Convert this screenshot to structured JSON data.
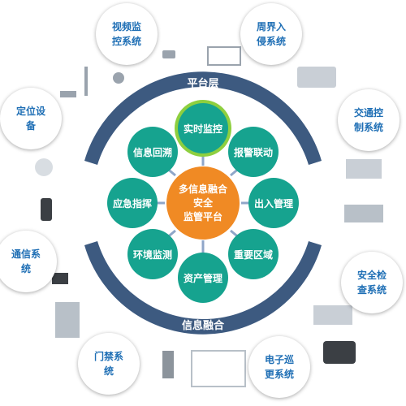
{
  "ring": {
    "top_label": "平台层",
    "bottom_label": "信息融合"
  },
  "center": {
    "line1": "多信息融合",
    "line2": "安全",
    "line3": "监管平台"
  },
  "nodes": [
    "实时监控",
    "报警联动",
    "出入管理",
    "重要区域",
    "资产管理",
    "环境监测",
    "应急指挥",
    "信息回溯"
  ],
  "subsystems": [
    "视频监控系统",
    "周界入侵系统",
    "交通控制系统",
    "安全检查系统",
    "电子巡更系统",
    "门禁系统",
    "通信系统",
    "定位设备"
  ],
  "colors": {
    "ring": "#3d5a80",
    "node": "#16a38f",
    "center": "#f08a24",
    "label": "#1f6fb5",
    "highlight": "#8ecf3f"
  }
}
